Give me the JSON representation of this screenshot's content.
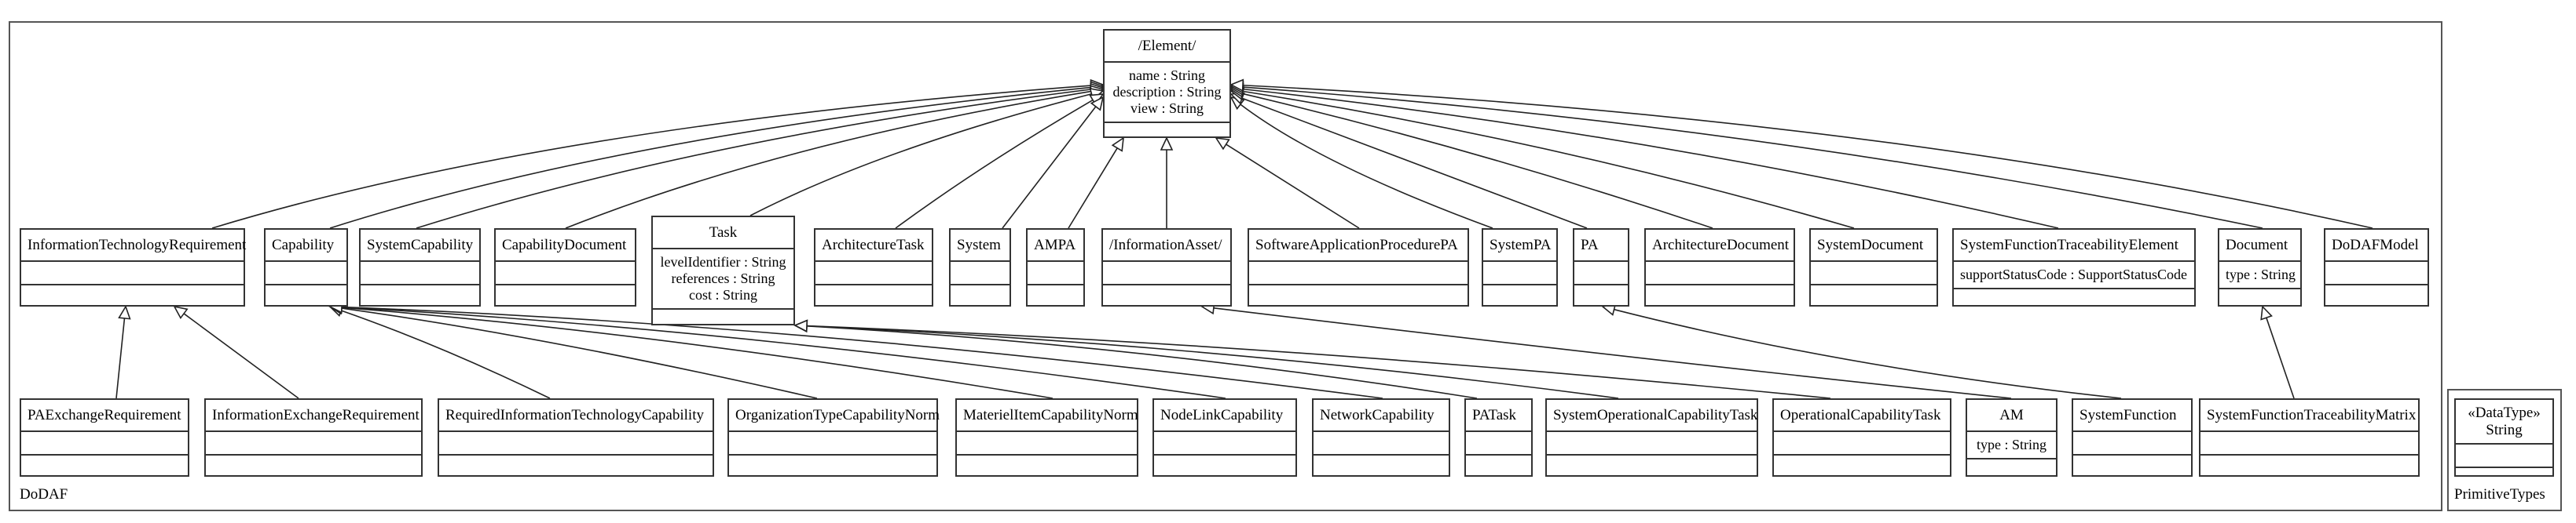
{
  "packages": {
    "dodaf": "DoDAF",
    "primitive_types": "PrimitiveTypes"
  },
  "classes": {
    "element": {
      "name": "/Element/",
      "attrs": [
        "name : String",
        "description : String",
        "view : String"
      ]
    },
    "info_tech_req": {
      "name": "InformationTechnologyRequirement"
    },
    "capability": {
      "name": "Capability"
    },
    "system_capability": {
      "name": "SystemCapability"
    },
    "capability_document": {
      "name": "CapabilityDocument"
    },
    "task": {
      "name": "Task",
      "attrs": [
        "levelIdentifier : String",
        "references : String",
        "cost : String"
      ]
    },
    "architecture_task": {
      "name": "ArchitectureTask"
    },
    "system": {
      "name": "System"
    },
    "ampa": {
      "name": "AMPA"
    },
    "information_asset": {
      "name": "/InformationAsset/"
    },
    "software_app_proc_pa": {
      "name": "SoftwareApplicationProcedurePA"
    },
    "system_pa": {
      "name": "SystemPA"
    },
    "pa": {
      "name": "PA"
    },
    "architecture_document": {
      "name": "ArchitectureDocument"
    },
    "system_document": {
      "name": "SystemDocument"
    },
    "sys_func_trace_element": {
      "name": "SystemFunctionTraceabilityElement",
      "attrs": [
        "supportStatusCode : SupportStatusCode"
      ]
    },
    "document": {
      "name": "Document",
      "attrs": [
        "type : String"
      ]
    },
    "dodaf_model": {
      "name": "DoDAFModel"
    },
    "pa_exchange_req": {
      "name": "PAExchangeRequirement"
    },
    "info_exchange_req": {
      "name": "InformationExchangeRequirement"
    },
    "req_it_capability": {
      "name": "RequiredInformationTechnologyCapability"
    },
    "org_type_cap_norm": {
      "name": "OrganizationTypeCapabilityNorm"
    },
    "materiel_item_cap_norm": {
      "name": "MaterielItemCapabilityNorm"
    },
    "node_link_capability": {
      "name": "NodeLinkCapability"
    },
    "network_capability": {
      "name": "NetworkCapability"
    },
    "pa_task": {
      "name": "PATask"
    },
    "sys_op_cap_task": {
      "name": "SystemOperationalCapabilityTask"
    },
    "op_cap_task": {
      "name": "OperationalCapabilityTask"
    },
    "am": {
      "name": "AM",
      "attrs": [
        "type : String"
      ]
    },
    "system_function": {
      "name": "SystemFunction"
    },
    "sys_func_trace_matrix": {
      "name": "SystemFunctionTraceabilityMatrix"
    },
    "string_type": {
      "stereotype": "«DataType»",
      "name": "String"
    }
  }
}
